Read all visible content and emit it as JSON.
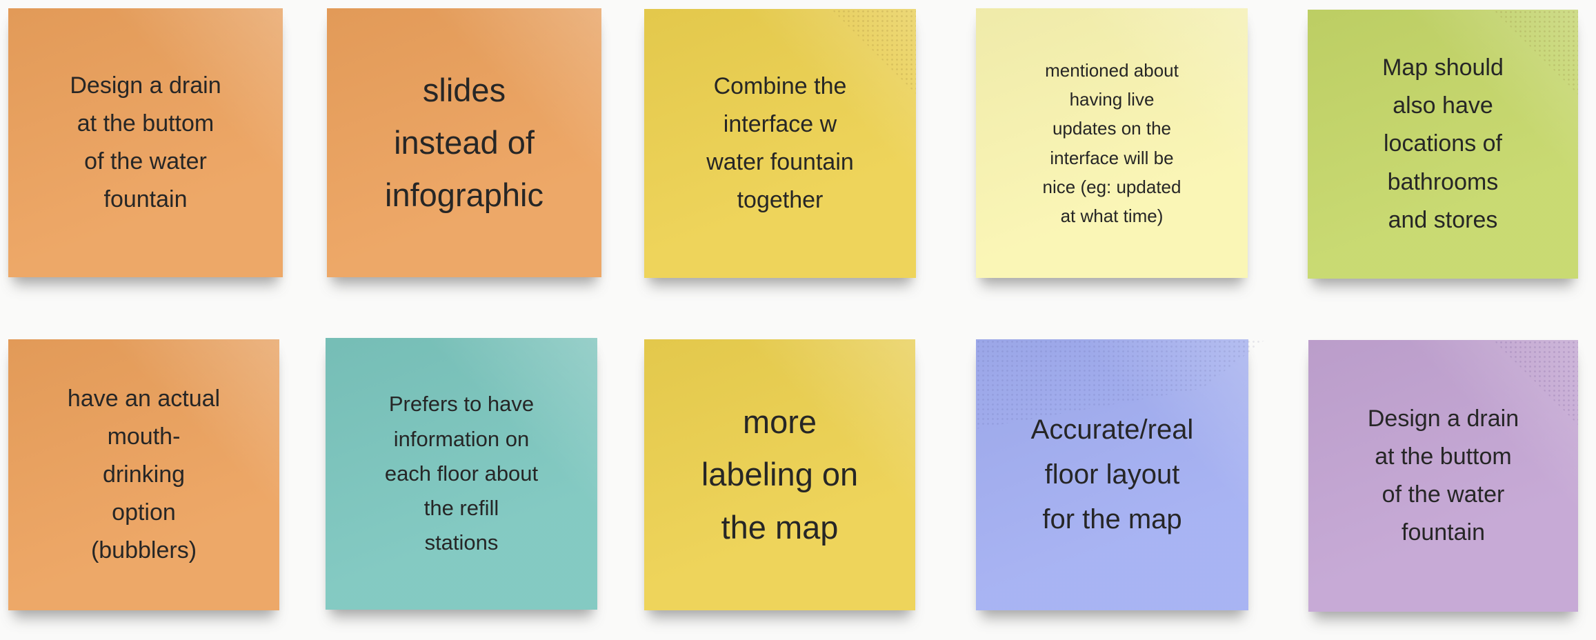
{
  "board": {
    "background_color": "#FAFAF9",
    "text_color": "#262626",
    "notes": [
      {
        "text": "Design a drain\nat the buttom\nof the water\nfountain",
        "color": "#ECA15C"
      },
      {
        "text": "slides\ninstead of\ninfographic",
        "color": "#ECA15C"
      },
      {
        "text": "Combine the\ninterface w\nwater fountain\ntogether",
        "color": "#EDD14F"
      },
      {
        "text": "mentioned about\nhaving live\nupdates on the\ninterface will be\nnice (eg: updated\nat what time)",
        "color": "#FAF5B1"
      },
      {
        "text": "Map should\nalso have\nlocations of\nbathrooms\nand stores",
        "color": "#C5D768"
      },
      {
        "text": "have an actual\nmouth-\ndrinking\noption\n(bubblers)",
        "color": "#ECA15C"
      },
      {
        "text": "Prefers to have\ninformation on\neach floor about\nthe refill\nstations",
        "color": "#7BC6BE"
      },
      {
        "text": "more\nlabeling on\nthe map",
        "color": "#EDD14F"
      },
      {
        "text": "Accurate/real\nfloor layout\nfor the map",
        "color": "#A2AEF2"
      },
      {
        "text": "Design a drain\nat the buttom\nof the water\nfountain",
        "color": "#C3A4D3"
      }
    ]
  }
}
